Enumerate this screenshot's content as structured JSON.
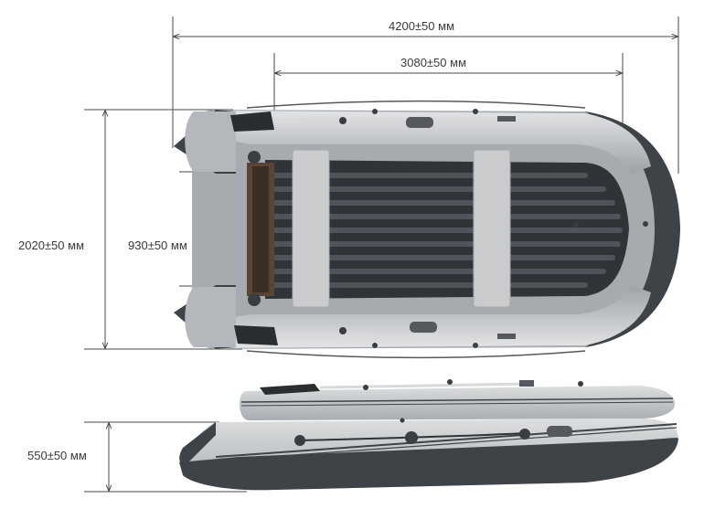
{
  "dimensions": {
    "overall_length": "4200±50 мм",
    "inner_length": "3080±50 мм",
    "overall_width": "2020±50 мм",
    "inner_width": "930±50 мм",
    "side_height": "550±50 мм"
  },
  "colors": {
    "tube_grey": "#b9bcbf",
    "tube_light": "#d3d5d7",
    "keel_dark": "#3e4348",
    "floor_dark": "#2f3439",
    "floor_slat": "#4b5157",
    "seat": "#c9cbcd",
    "dimension_line": "#4a4a4a"
  }
}
